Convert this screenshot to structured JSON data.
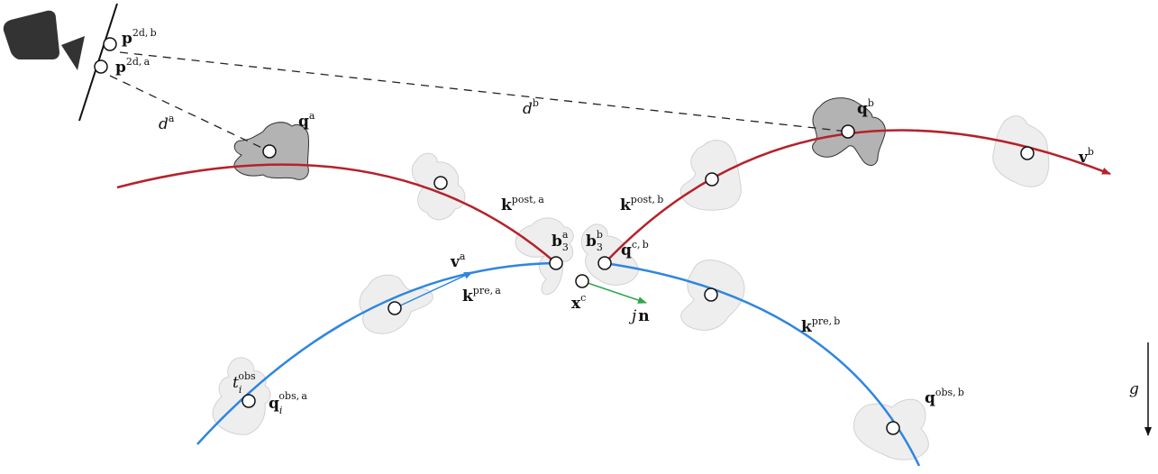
{
  "colors": {
    "post_trajectory": "#b5222b",
    "pre_trajectory": "#2f86de",
    "normal_arrow": "#2ea84a",
    "camera": "#333333",
    "dashed_ray": "#222222"
  },
  "icons": {
    "camera": "camera-icon"
  },
  "labels": {
    "p2db": {
      "base": "p",
      "sup": "2d, b"
    },
    "p2da": {
      "base": "p",
      "sup": "2d, a"
    },
    "da": {
      "base": "d",
      "sup": "a"
    },
    "db": {
      "base": "d",
      "sup": "b"
    },
    "qa": {
      "base": "q",
      "sup": "a"
    },
    "qb": {
      "base": "q",
      "sup": "b"
    },
    "vb": {
      "base": "v",
      "sup": "b"
    },
    "va": {
      "base": "v",
      "sup": "a"
    },
    "kposta": {
      "base": "k",
      "sup": "post, a"
    },
    "kpostb": {
      "base": "k",
      "sup": "post, b"
    },
    "b3a": {
      "base": "b",
      "sub": "3",
      "sup": "a"
    },
    "b3b": {
      "base": "b",
      "sub": "3",
      "sup": "b"
    },
    "qcb": {
      "base": "q",
      "sup": "c, b"
    },
    "kprea": {
      "base": "k",
      "sup": "pre, a"
    },
    "kpreb": {
      "base": "k",
      "sup": "pre, b"
    },
    "xc": {
      "base": "x",
      "sup": "c"
    },
    "jn": {
      "pre": "j",
      "base": "n"
    },
    "tobs": {
      "base": "t",
      "sub": "i",
      "sup": "obs"
    },
    "qobsa": {
      "base": "q",
      "sub": "i",
      "sup": "obs, a"
    },
    "qobsb": {
      "base": "q",
      "sup": "obs, b"
    },
    "g": {
      "base": "g"
    }
  }
}
